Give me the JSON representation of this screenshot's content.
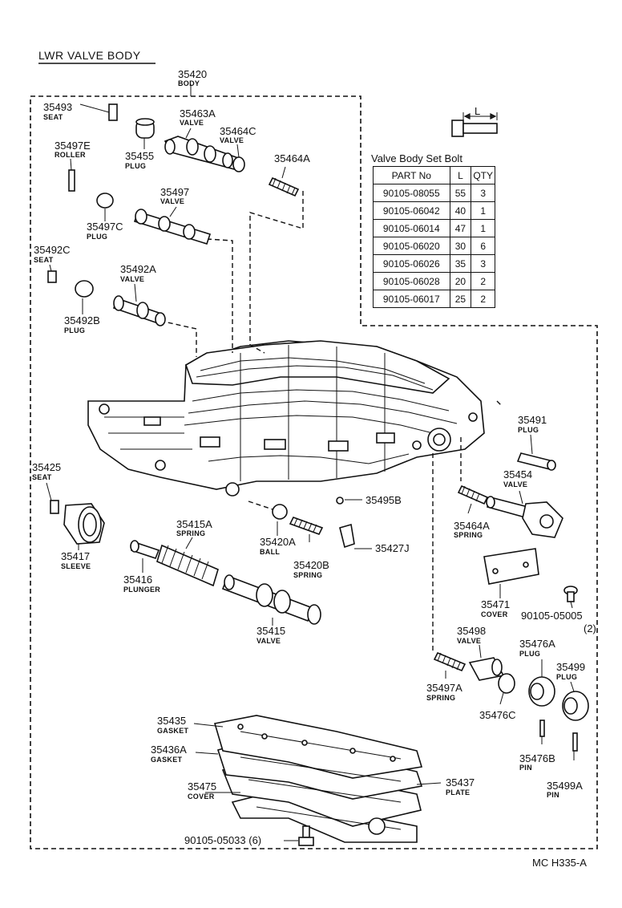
{
  "title": "LWR  VALVE  BODY",
  "footer_code": "MC  H335-A",
  "bolt_dimension_label": "L",
  "bolt_table": {
    "caption": "Valve Body Set Bolt",
    "headers": [
      "PART No",
      "L",
      "QTY"
    ],
    "rows": [
      [
        "90105-08055",
        "55",
        "3"
      ],
      [
        "90105-06042",
        "40",
        "1"
      ],
      [
        "90105-06014",
        "47",
        "1"
      ],
      [
        "90105-06020",
        "30",
        "6"
      ],
      [
        "90105-06026",
        "35",
        "3"
      ],
      [
        "90105-06028",
        "20",
        "2"
      ],
      [
        "90105-06017",
        "25",
        "2"
      ]
    ]
  },
  "parts": [
    {
      "id": "p35420",
      "num": "35420",
      "sub": "BODY"
    },
    {
      "id": "p35493",
      "num": "35493",
      "sub": "SEAT"
    },
    {
      "id": "p35463a",
      "num": "35463A",
      "sub": "VALVE"
    },
    {
      "id": "p35464c",
      "num": "35464C",
      "sub": "VALVE"
    },
    {
      "id": "p35497e",
      "num": "35497E",
      "sub": "ROLLER"
    },
    {
      "id": "p35455",
      "num": "35455",
      "sub": "PLUG"
    },
    {
      "id": "p35464a_top",
      "num": "35464A",
      "sub": ""
    },
    {
      "id": "p35497",
      "num": "35497",
      "sub": "VALVE"
    },
    {
      "id": "p35497c",
      "num": "35497C",
      "sub": "PLUG"
    },
    {
      "id": "p35492c",
      "num": "35492C",
      "sub": "SEAT"
    },
    {
      "id": "p35492a",
      "num": "35492A",
      "sub": "VALVE"
    },
    {
      "id": "p35492b",
      "num": "35492B",
      "sub": "PLUG"
    },
    {
      "id": "p35491",
      "num": "35491",
      "sub": "PLUG"
    },
    {
      "id": "p35454",
      "num": "35454",
      "sub": "VALVE"
    },
    {
      "id": "p35425",
      "num": "35425",
      "sub": "SEAT"
    },
    {
      "id": "p35495b",
      "num": "35495B",
      "sub": ""
    },
    {
      "id": "p35464a_right",
      "num": "35464A",
      "sub": "SPRING"
    },
    {
      "id": "p35415a",
      "num": "35415A",
      "sub": "SPRING"
    },
    {
      "id": "p35420a",
      "num": "35420A",
      "sub": "BALL"
    },
    {
      "id": "p35427j",
      "num": "35427J",
      "sub": ""
    },
    {
      "id": "p35417",
      "num": "35417",
      "sub": "SLEEVE"
    },
    {
      "id": "p35420b",
      "num": "35420B",
      "sub": "SPRING"
    },
    {
      "id": "p35416",
      "num": "35416",
      "sub": "PLUNGER"
    },
    {
      "id": "p35471",
      "num": "35471",
      "sub": "COVER"
    },
    {
      "id": "p90105_05005",
      "num": "90105-05005",
      "sub": "(2)"
    },
    {
      "id": "p35415",
      "num": "35415",
      "sub": "VALVE"
    },
    {
      "id": "p35498",
      "num": "35498",
      "sub": "VALVE"
    },
    {
      "id": "p35476a",
      "num": "35476A",
      "sub": "PLUG"
    },
    {
      "id": "p35499",
      "num": "35499",
      "sub": "PLUG"
    },
    {
      "id": "p35497a",
      "num": "35497A",
      "sub": "SPRING"
    },
    {
      "id": "p35476c",
      "num": "35476C",
      "sub": ""
    },
    {
      "id": "p35435",
      "num": "35435",
      "sub": "GASKET"
    },
    {
      "id": "p35436a",
      "num": "35436A",
      "sub": "GASKET"
    },
    {
      "id": "p35476b",
      "num": "35476B",
      "sub": "PIN"
    },
    {
      "id": "p35437",
      "num": "35437",
      "sub": "PLATE"
    },
    {
      "id": "p35475",
      "num": "35475",
      "sub": "COVER"
    },
    {
      "id": "p35499a",
      "num": "35499A",
      "sub": "PIN"
    },
    {
      "id": "p90105_05033",
      "num": "90105-05033  (6)",
      "sub": ""
    }
  ]
}
